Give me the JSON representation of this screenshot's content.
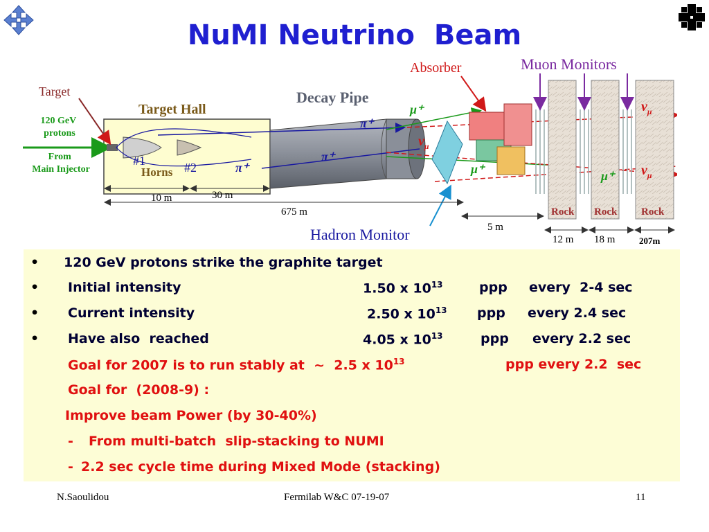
{
  "slide": {
    "title": "NuMI Neutrino  Beam",
    "diagram": {
      "labels": {
        "target": "Target",
        "protons": "120 GeV\nprotons",
        "from_injector": "From\nMain Injector",
        "target_hall": "Target Hall",
        "horn1": "#1",
        "horn2": "#2",
        "horns": "Horns",
        "decay_pipe": "Decay Pipe",
        "absorber": "Absorber",
        "muon_monitors": "Muon Monitors",
        "hadron_monitor": "Hadron Monitor",
        "rock": "Rock",
        "pi_plus": "π⁺",
        "mu_plus": "μ⁺",
        "nu_mu": "ν",
        "nu_sub": "μ"
      },
      "dimensions": {
        "d10": "10 m",
        "d30": "30 m",
        "d675": "675 m",
        "d5": "5 m",
        "d12": "12 m",
        "d18": "18 m",
        "d207": "207m"
      }
    },
    "bullets": [
      {
        "label": "120 GeV protons strike the graphite target"
      },
      {
        "label": "Initial intensity",
        "value": "1.50 x 10",
        "exp": "13",
        "unit": "ppp",
        "rate": "every  2-4 sec"
      },
      {
        "label": "Current intensity",
        "value": "2.50 x 10",
        "exp": "13",
        "unit": "ppp",
        "rate": "every 2.4 sec"
      },
      {
        "label": "Have also  reached",
        "value": "4.05 x 10",
        "exp": "13",
        "unit": "ppp",
        "rate": "every 2.2 sec"
      }
    ],
    "goal2007": {
      "text": "Goal for 2007 is to run stably at  ~  2.5 x 10",
      "exp": "13",
      "rest": "ppp every 2.2  sec"
    },
    "goal2008": "Goal for  (2008-9) :",
    "improve": "Improve beam Power (by 30-40%)",
    "items": [
      {
        "dash": "-",
        "text": "From multi-batch  slip-stacking to NUMI"
      },
      {
        "dash": "-",
        "text": "2.2 sec cycle time during Mixed Mode (stacking)"
      }
    ],
    "footer": {
      "author": "N.Saoulidou",
      "event": "Fermilab W&C  07-19-07",
      "page": "11"
    }
  }
}
